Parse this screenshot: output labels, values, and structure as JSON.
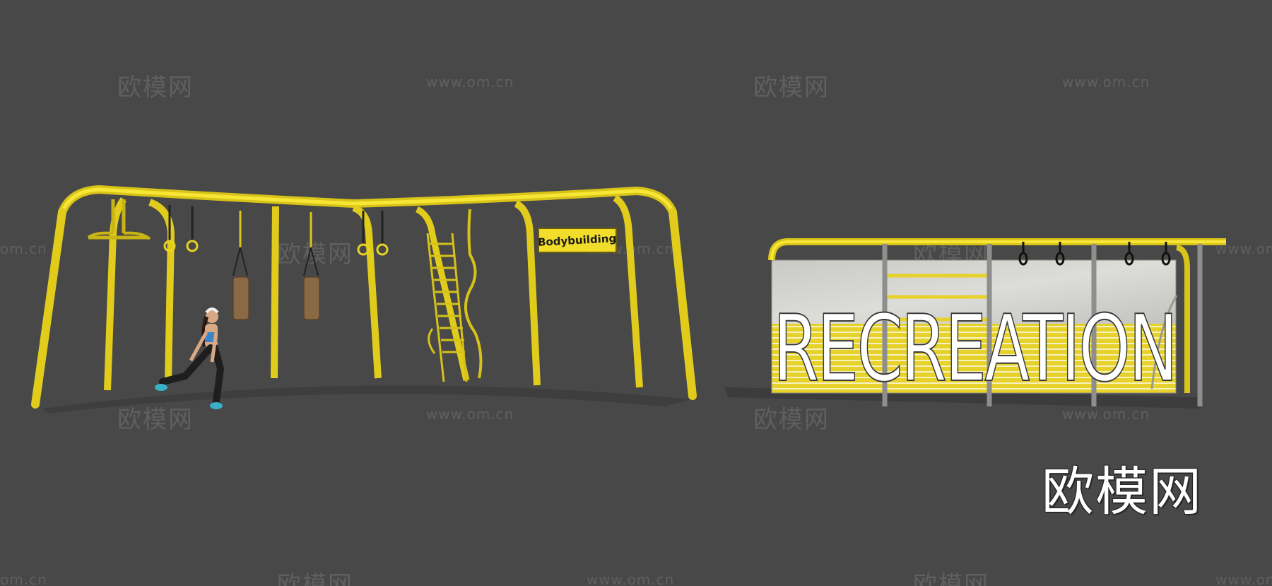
{
  "scene": {
    "background": "#484848",
    "equipment_yellow": "#f0dc20",
    "post_grey": "#8e8e8e"
  },
  "labels": {
    "bodybuilding_sign": "Bodybuilding",
    "recreation_panel": "RECREATION",
    "logo": "欧模网"
  },
  "watermarks": {
    "cn": "欧模网",
    "url": "www.om.cn",
    "url_partial": "om.cn"
  }
}
